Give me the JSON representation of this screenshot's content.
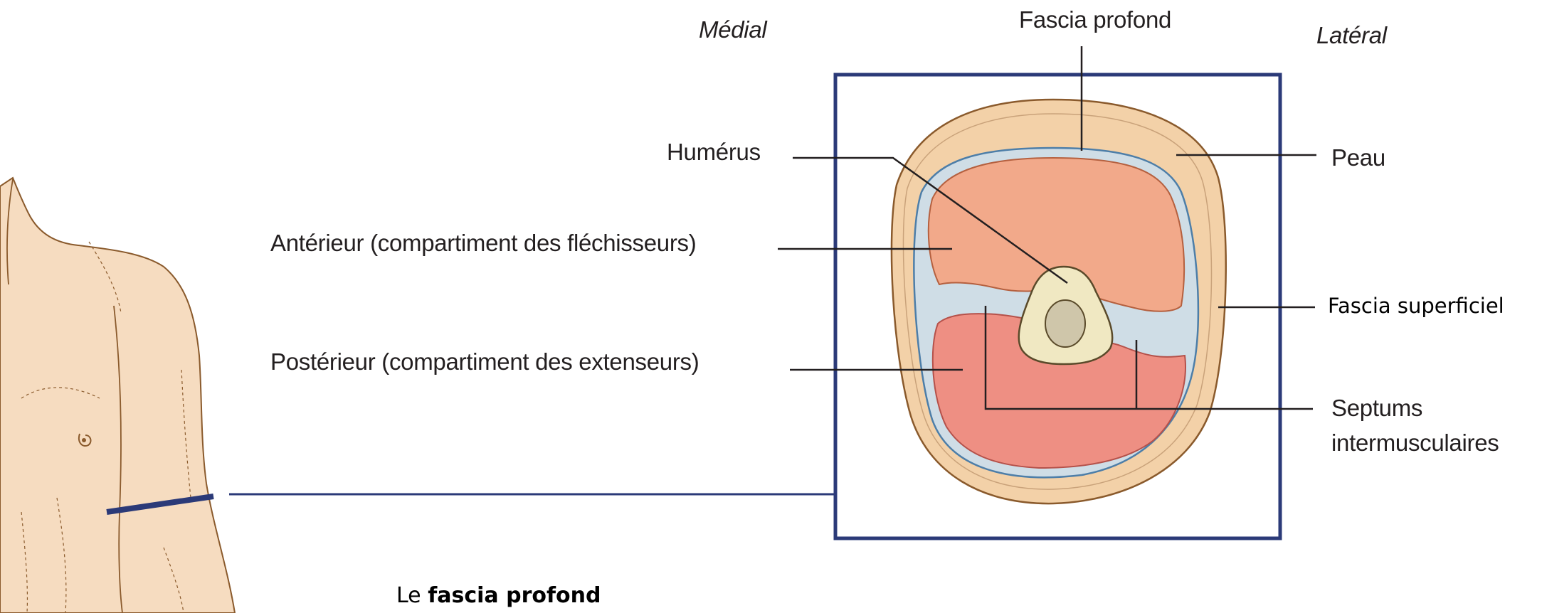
{
  "orientation": {
    "medial": "Médial",
    "lateral": "Latéral"
  },
  "labels": {
    "fascia_profond": "Fascia profond",
    "humerus": "Humérus",
    "anterieur": "Antérieur (compartiment des fléchisseurs)",
    "posterieur": "Postérieur (compartiment des extenseurs)",
    "peau": "Peau",
    "fascia_superficiel": "Fascia superficiel",
    "septums_line1": "Septums",
    "septums_line2": "intermusculaires"
  },
  "caption": {
    "prefix": "Le ",
    "emphasis": "fascia profond"
  },
  "colors": {
    "frame": "#2b3a78",
    "skin": "#f3d1a8",
    "skin_outline": "#8a5a2c",
    "anterior_muscle": "#f2a98a",
    "posterior_muscle": "#ee8f83",
    "deep_fascia": "#cfdde6",
    "bone": "#f0e8c2",
    "marrow": "#cfc6aa"
  }
}
